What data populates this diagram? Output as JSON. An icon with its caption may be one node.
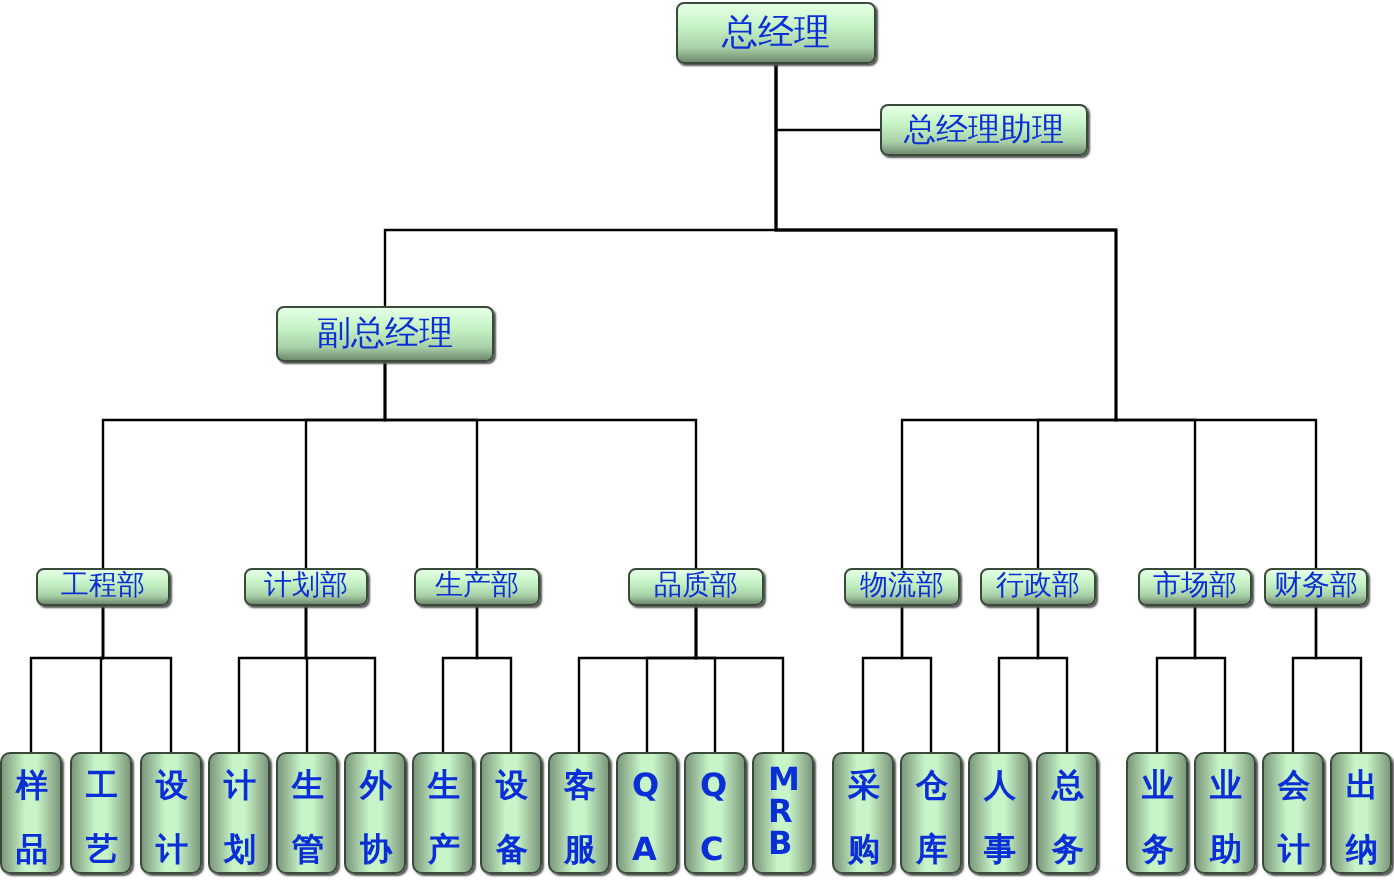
{
  "diagram": {
    "nodes": [
      {
        "text": [
          "总经理"
        ]
      },
      {
        "text": [
          "总经理助理"
        ]
      },
      {
        "text": [
          "副总经理"
        ]
      },
      {
        "text": [
          "工程部"
        ]
      },
      {
        "text": [
          "计划部"
        ]
      },
      {
        "text": [
          "生产部"
        ]
      },
      {
        "text": [
          "品质部"
        ]
      },
      {
        "text": [
          "物流部"
        ]
      },
      {
        "text": [
          "行政部"
        ]
      },
      {
        "text": [
          "市场部"
        ]
      },
      {
        "text": [
          "财务部"
        ]
      },
      {
        "text": [
          "样品"
        ]
      },
      {
        "text": [
          "工艺"
        ]
      },
      {
        "text": [
          "设计"
        ]
      },
      {
        "text": [
          "计划"
        ]
      },
      {
        "text": [
          "生管"
        ]
      },
      {
        "text": [
          "外协"
        ]
      },
      {
        "text": [
          "生产"
        ]
      },
      {
        "text": [
          "设备"
        ]
      },
      {
        "text": [
          "客服"
        ]
      },
      {
        "text": [
          "QA"
        ]
      },
      {
        "text": [
          "QC"
        ]
      },
      {
        "text": [
          "MRB"
        ]
      },
      {
        "text": [
          "采购"
        ]
      },
      {
        "text": [
          "仓库"
        ]
      },
      {
        "text": [
          "人事"
        ]
      },
      {
        "text": [
          "总务"
        ]
      },
      {
        "text": [
          "业务"
        ]
      },
      {
        "text": [
          "业助"
        ]
      },
      {
        "text": [
          "会计"
        ]
      },
      {
        "text": [
          "出纳"
        ]
      }
    ],
    "edges": [
      {
        "from": 0,
        "to": 1,
        "arrow": "none"
      },
      {
        "from": 0,
        "to": 2,
        "arrow": "none"
      },
      {
        "from": 2,
        "to": 3,
        "arrow": "none"
      },
      {
        "from": 2,
        "to": 4,
        "arrow": "none"
      },
      {
        "from": 2,
        "to": 5,
        "arrow": "none"
      },
      {
        "from": 2,
        "to": 6,
        "arrow": "none"
      },
      {
        "from": 0,
        "to": 7,
        "arrow": "none"
      },
      {
        "from": 0,
        "to": 8,
        "arrow": "none"
      },
      {
        "from": 0,
        "to": 9,
        "arrow": "none"
      },
      {
        "from": 0,
        "to": 10,
        "arrow": "none"
      },
      {
        "from": 3,
        "to": 11,
        "arrow": "none"
      },
      {
        "from": 3,
        "to": 12,
        "arrow": "none"
      },
      {
        "from": 3,
        "to": 13,
        "arrow": "none"
      },
      {
        "from": 4,
        "to": 14,
        "arrow": "none"
      },
      {
        "from": 4,
        "to": 15,
        "arrow": "none"
      },
      {
        "from": 4,
        "to": 16,
        "arrow": "none"
      },
      {
        "from": 5,
        "to": 17,
        "arrow": "none"
      },
      {
        "from": 5,
        "to": 18,
        "arrow": "none"
      },
      {
        "from": 6,
        "to": 19,
        "arrow": "none"
      },
      {
        "from": 6,
        "to": 20,
        "arrow": "none"
      },
      {
        "from": 6,
        "to": 21,
        "arrow": "none"
      },
      {
        "from": 6,
        "to": 22,
        "arrow": "none"
      },
      {
        "from": 7,
        "to": 23,
        "arrow": "none"
      },
      {
        "from": 7,
        "to": 24,
        "arrow": "none"
      },
      {
        "from": 8,
        "to": 25,
        "arrow": "none"
      },
      {
        "from": 8,
        "to": 26,
        "arrow": "none"
      },
      {
        "from": 9,
        "to": 27,
        "arrow": "none"
      },
      {
        "from": 9,
        "to": 28,
        "arrow": "none"
      },
      {
        "from": 10,
        "to": 29,
        "arrow": "none"
      },
      {
        "from": 10,
        "to": 30,
        "arrow": "none"
      }
    ]
  }
}
